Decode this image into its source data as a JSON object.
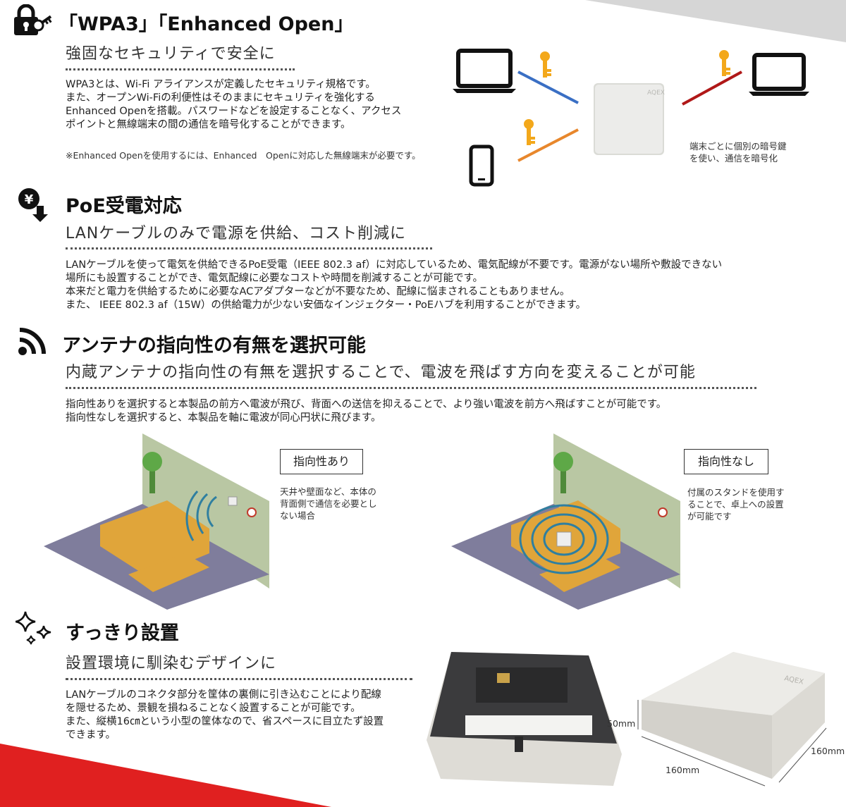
{
  "wpa3": {
    "title": "「WPA3」「Enhanced Open」",
    "subtitle": "強固なセキュリティで安全に",
    "lines": [
      "WPA3とは、Wi-Fi アライアンスが定義したセキュリティ規格です。",
      "また、オープンWi-Fiの利便性はそのままにセキュリティを強化する",
      "Enhanced Openを搭載。パスワードなどを設定することなく、アクセス",
      "ポイントと無線端末の間の通信を暗号化することができます。"
    ],
    "note": "※Enhanced Openを使用するには、Enhanced　Openに対応した無線端末が必要です。",
    "diagram_caption": [
      "端末ごとに個別の暗号鍵",
      "を使い、通信を暗号化"
    ],
    "ap_logo": "AQEX",
    "icons": {
      "section": "lock-key-icon",
      "laptop": "laptop-icon",
      "phone": "smartphone-icon",
      "key": "key-icon"
    }
  },
  "poe": {
    "title": "PoE受電対応",
    "subtitle": "LANケーブルのみで電源を供給、コスト削減に",
    "lines": [
      "LANケーブルを使って電気を供給できるPoE受電（IEEE 802.3 af）に対応しているため、電気配線が不要です。電源がない場所や敷設できない",
      "場所にも設置することができ、電気配線に必要なコストや時間を削減することが可能です。",
      "本来だと電力を供給するために必要なACアダプターなどが不要なため、配線に悩まされることもありません。",
      "また、 IEEE 802.3 af（15W）の供給電力が少ない安価なインジェクター・PoEハブを利用することができます。"
    ],
    "icons": {
      "section": "yen-down-icon"
    }
  },
  "antenna": {
    "title": "アンテナの指向性の有無を選択可能",
    "subtitle": "内蔵アンテナの指向性の有無を選択することで、電波を飛ばす方向を変えることが可能",
    "lines": [
      "指向性ありを選択すると本製品の前方へ電波が飛び、背面への送信を抑えることで、より強い電波を前方へ飛ばすことが可能です。",
      "指向性なしを選択すると、本製品を軸に電波が同心円状に飛びます。"
    ],
    "left_box": "指向性あり",
    "left_desc": [
      "天井や壁面など、本体の",
      "背面側で通信を必要とし",
      "ない場合"
    ],
    "right_box": "指向性なし",
    "right_desc": [
      "付属のスタンドを使用す",
      "ることで、卓上への設置",
      "が可能です"
    ],
    "icons": {
      "section": "wifi-signal-icon"
    }
  },
  "design": {
    "title": "すっきり設置",
    "subtitle": "設置環境に馴染むデザインに",
    "lines": [
      "LANケーブルのコネクタ部分を筐体の裏側に引き込むことにより配線",
      "を隠せるため、景観を損ねることなく設置することが可能です。",
      "また、縦横16㎝という小型の筐体なので、省スペースに目立たず設置",
      "できます。"
    ],
    "dim_height": "50mm",
    "dim_width": "160mm",
    "dim_depth": "160mm",
    "icons": {
      "section": "sparkle-icon"
    }
  },
  "colors": {
    "accent_red": "#e02020",
    "corner_gray": "#d6d6d6",
    "key_yellow": "#f3a81b",
    "line_blue": "#3a6fc4",
    "line_orange": "#e8872c",
    "line_red": "#b01818"
  }
}
